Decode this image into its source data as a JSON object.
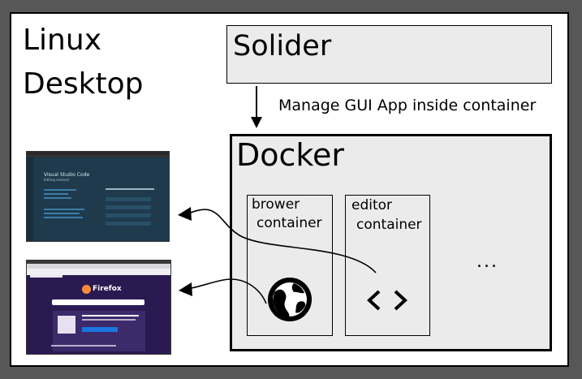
{
  "desktop": {
    "title_line1": "Linux",
    "title_line2": "Desktop"
  },
  "solider": {
    "label": "Solider"
  },
  "manage_label": "Manage GUI App inside container",
  "docker": {
    "label": "Docker",
    "browser_container": {
      "line1": "brower",
      "line2": "container",
      "icon": "globe-icon"
    },
    "editor_container": {
      "line1": "editor",
      "line2": "container",
      "icon": "code-icon"
    },
    "more": "..."
  },
  "thumbnails": {
    "vscode": {
      "title": "Visual Studio Code",
      "subtitle": "Editing evolved"
    },
    "firefox": {
      "title": "Firefox"
    }
  },
  "colors": {
    "frame": "#575757",
    "box_fill": "#ebebeb",
    "vscode_bg": "#1e3a4c",
    "firefox_bg": "#2b1a52"
  }
}
